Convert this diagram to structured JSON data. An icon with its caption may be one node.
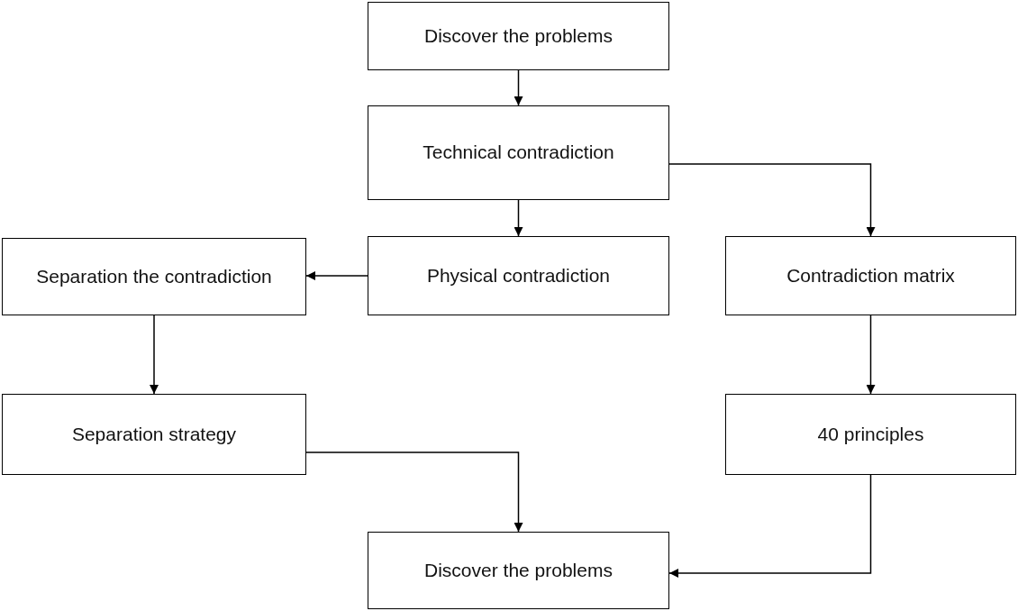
{
  "diagram": {
    "nodes": [
      {
        "text": [
          "Discover the problems"
        ]
      },
      {
        "text": [
          "Technical contradiction"
        ]
      },
      {
        "text": [
          "Physical contradiction"
        ]
      },
      {
        "text": [
          "Separation the contradiction"
        ]
      },
      {
        "text": [
          "Contradiction matrix"
        ]
      },
      {
        "text": [
          "Separation strategy"
        ]
      },
      {
        "text": [
          "40 principles"
        ]
      },
      {
        "text": [
          "Discover the problems"
        ]
      }
    ],
    "edges": [
      {
        "from": 0,
        "to": 1,
        "arrow": "to"
      },
      {
        "from": 1,
        "to": 2,
        "arrow": "to"
      },
      {
        "from": 1,
        "to": 4,
        "arrow": "to"
      },
      {
        "from": 2,
        "to": 3,
        "arrow": "to"
      },
      {
        "from": 3,
        "to": 5,
        "arrow": "to"
      },
      {
        "from": 4,
        "to": 6,
        "arrow": "to"
      },
      {
        "from": 5,
        "to": 7,
        "arrow": "to"
      },
      {
        "from": 6,
        "to": 7,
        "arrow": "to"
      }
    ]
  }
}
